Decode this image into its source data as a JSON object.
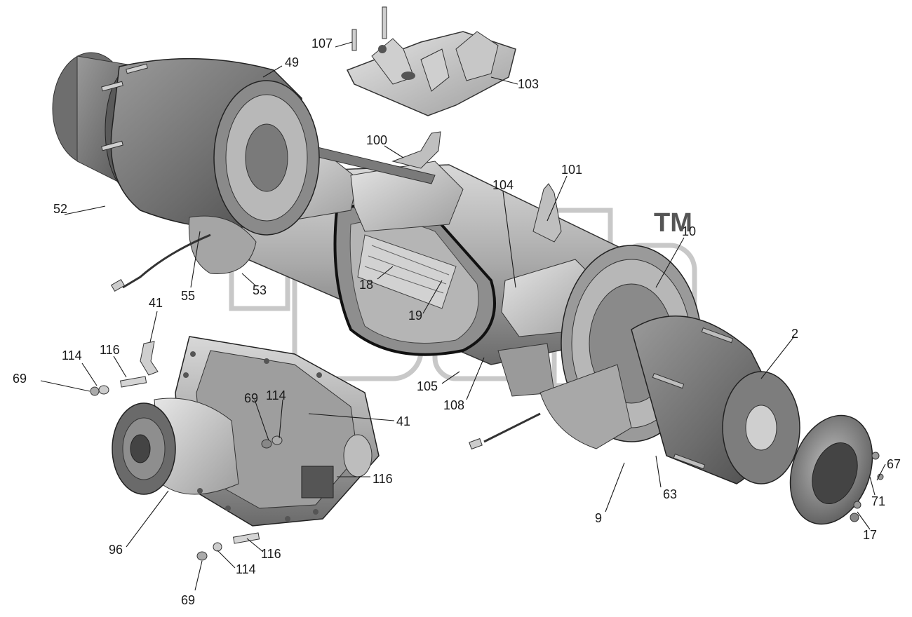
{
  "trademark": "TM",
  "callouts": [
    {
      "id": "107a",
      "text": "107"
    },
    {
      "id": "49",
      "text": "49"
    },
    {
      "id": "103",
      "text": "103"
    },
    {
      "id": "100",
      "text": "100"
    },
    {
      "id": "101",
      "text": "101"
    },
    {
      "id": "104",
      "text": "104"
    },
    {
      "id": "10",
      "text": "10"
    },
    {
      "id": "52",
      "text": "52"
    },
    {
      "id": "55",
      "text": "55"
    },
    {
      "id": "53",
      "text": "53"
    },
    {
      "id": "18",
      "text": "18"
    },
    {
      "id": "19",
      "text": "19"
    },
    {
      "id": "41a",
      "text": "41"
    },
    {
      "id": "2",
      "text": "2"
    },
    {
      "id": "114a",
      "text": "114"
    },
    {
      "id": "116a",
      "text": "116"
    },
    {
      "id": "69a",
      "text": "69"
    },
    {
      "id": "105",
      "text": "105"
    },
    {
      "id": "108",
      "text": "108"
    },
    {
      "id": "69b",
      "text": "69"
    },
    {
      "id": "114b",
      "text": "114"
    },
    {
      "id": "41b",
      "text": "41"
    },
    {
      "id": "116b",
      "text": "116"
    },
    {
      "id": "63",
      "text": "63"
    },
    {
      "id": "9",
      "text": "9"
    },
    {
      "id": "67",
      "text": "67"
    },
    {
      "id": "71",
      "text": "71"
    },
    {
      "id": "17",
      "text": "17"
    },
    {
      "id": "96",
      "text": "96"
    },
    {
      "id": "116c",
      "text": "116"
    },
    {
      "id": "114c",
      "text": "114"
    },
    {
      "id": "69c",
      "text": "69"
    }
  ]
}
